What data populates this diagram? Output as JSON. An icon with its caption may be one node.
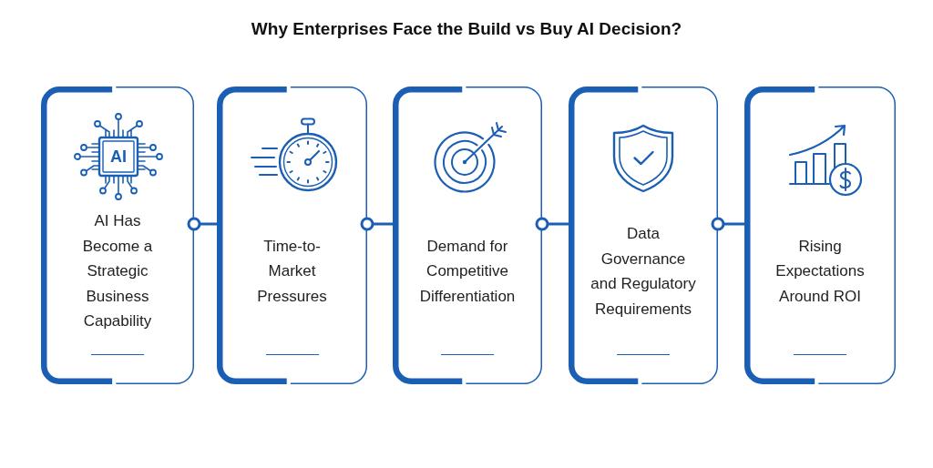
{
  "diagram": {
    "title": "Why Enterprises Face the Build vs Buy AI Decision?",
    "nodes": [
      {
        "text": [
          "AI Has Become a Strategic Business Capability"
        ]
      },
      {
        "text": [
          "Time-to-Market Pressures"
        ]
      },
      {
        "text": [
          "Demand for Competitive Differentiation"
        ]
      },
      {
        "text": [
          "Data Governance and Regulatory Requirements"
        ]
      },
      {
        "text": [
          "Rising Expectations Around ROI"
        ]
      }
    ],
    "edges": [
      {
        "from": 0,
        "to": 1,
        "arrow": "other"
      },
      {
        "from": 1,
        "to": 2,
        "arrow": "other"
      },
      {
        "from": 2,
        "to": 3,
        "arrow": "other"
      },
      {
        "from": 3,
        "to": 4,
        "arrow": "other"
      }
    ],
    "labels": [
      "AI"
    ]
  }
}
